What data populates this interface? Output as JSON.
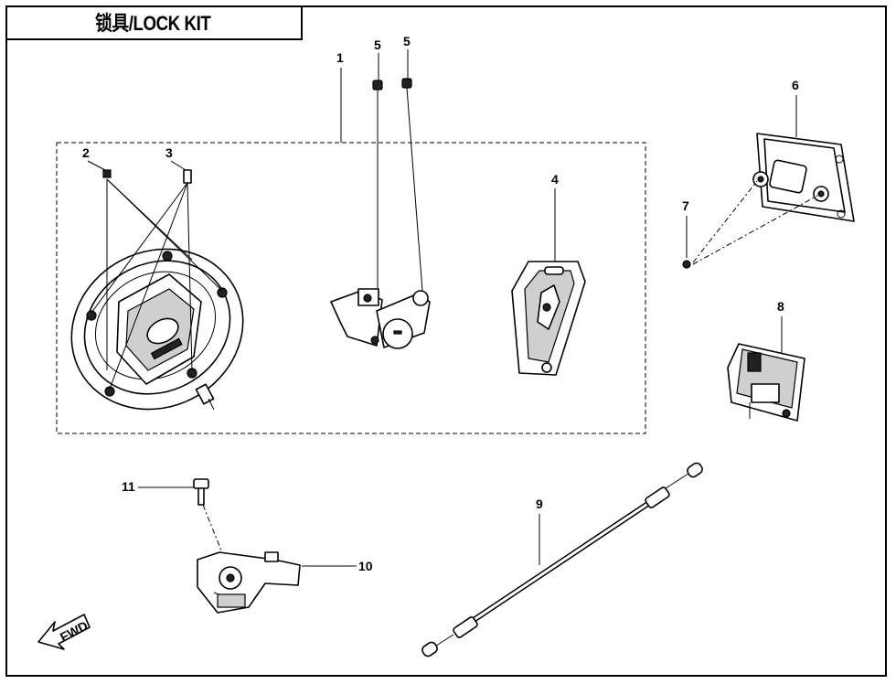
{
  "title": "锁具/LOCK KIT",
  "callouts": {
    "c1": "1",
    "c2": "2",
    "c3": "3",
    "c4": "4",
    "c5a": "5",
    "c5b": "5",
    "c6": "6",
    "c7": "7",
    "c8": "8",
    "c9": "9",
    "c10": "10",
    "c11": "11"
  },
  "fwd_label": "FWD"
}
